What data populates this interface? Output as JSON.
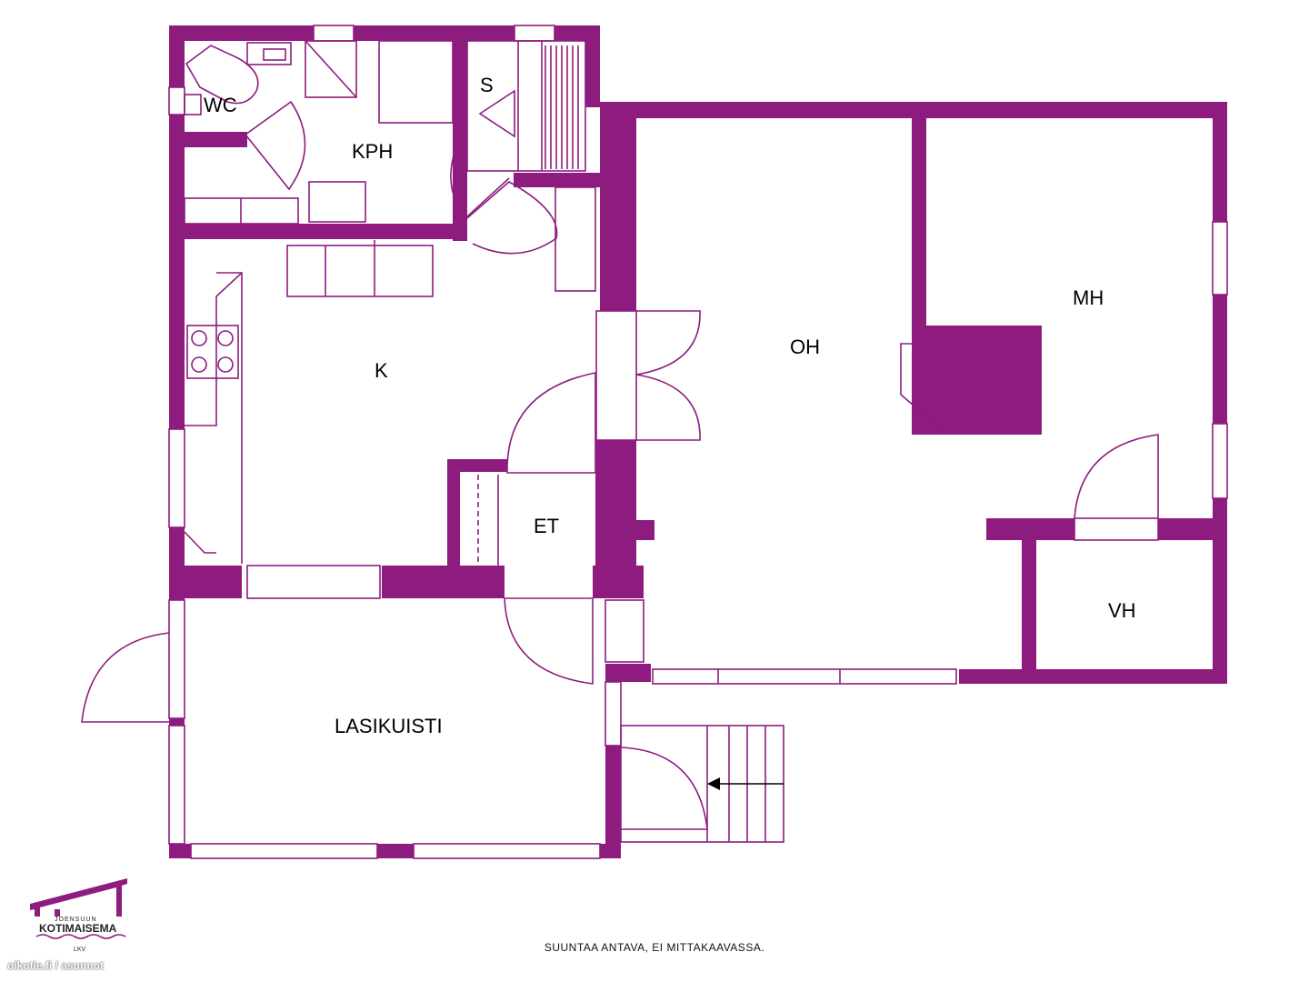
{
  "rooms": {
    "wc": "WC",
    "kph": "KPH",
    "s": "S",
    "k": "K",
    "oh": "OH",
    "mh": "MH",
    "et": "ET",
    "vh": "VH",
    "lasikuisti": "LASIKUISTI"
  },
  "footer_note": "SUUNTAA ANTAVA, EI MITTAKAAVASSA.",
  "watermark": "oikotie.fi / asunnot",
  "logo": {
    "top": "JOENSUUN",
    "main": "KOTIMAISEMA",
    "sub": "LKV"
  },
  "colors": {
    "wall": "#8e1c7e"
  }
}
